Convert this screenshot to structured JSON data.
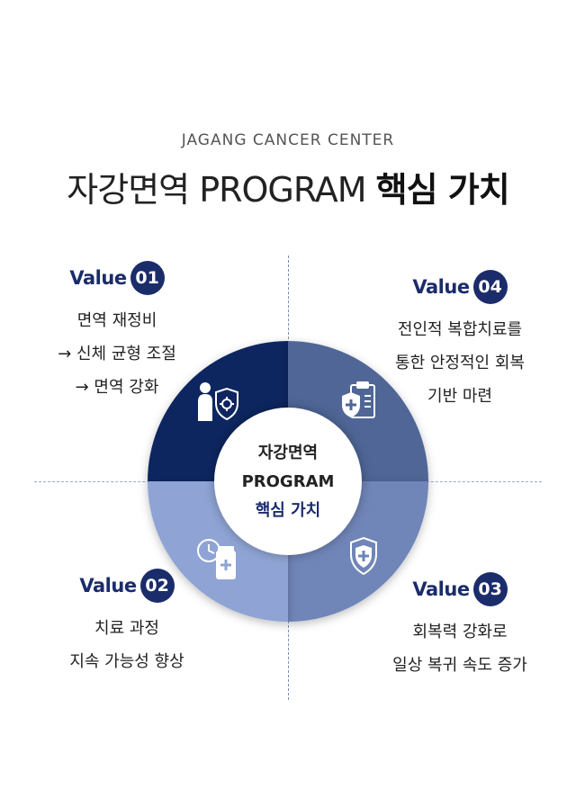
{
  "header": {
    "eyebrow": "JAGANG CANCER CENTER",
    "title_light": "자강면역 PROGRAM",
    "title_bold": "핵심 가치"
  },
  "center": {
    "line1": "자강면역",
    "line2": "PROGRAM",
    "line3": "핵심 가치"
  },
  "values": [
    {
      "label": "Value",
      "number": "01",
      "lines": [
        "면역 재정비",
        "→ 신체 균형 조절",
        "→ 면역 강화"
      ],
      "icon": "doctor-shield-icon"
    },
    {
      "label": "Value",
      "number": "02",
      "lines": [
        "치료 과정",
        "지속 가능성 향상"
      ],
      "icon": "clock-medicine-icon"
    },
    {
      "label": "Value",
      "number": "03",
      "lines": [
        "회복력 강화로",
        "일상 복귀 속도 증가"
      ],
      "icon": "medical-shield-icon"
    },
    {
      "label": "Value",
      "number": "04",
      "lines": [
        "전인적 복합치료를",
        "통한 안정적인 회복",
        "기반 마련"
      ],
      "icon": "clipboard-shield-icon"
    }
  ],
  "colors": {
    "q1": "#0f2560",
    "q2": "#8fa4d4",
    "q3": "#6f85b8",
    "q4": "#4f6696",
    "accent": "#1b2c6b"
  }
}
